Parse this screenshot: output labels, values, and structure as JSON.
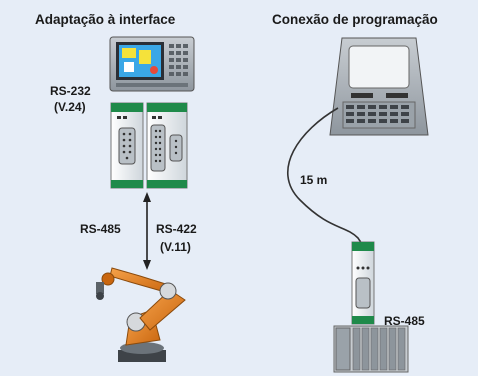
{
  "left": {
    "heading": "Adaptação à interface",
    "rs232_line1": "RS-232",
    "rs232_line2": "(V.24)",
    "rs485": "RS-485",
    "rs422_line1": "RS-422",
    "rs422_line2": "(V.11)"
  },
  "right": {
    "heading": "Conexão de programação",
    "cable_length": "15 m",
    "rs485": "RS-485"
  },
  "colors": {
    "background": "#e6edf7",
    "module_green": "#1f8a4a",
    "robot_orange": "#e07d1c"
  },
  "icons": [
    "industrial-terminal-icon",
    "interface-module-icon",
    "programming-console-icon",
    "robot-arm-icon",
    "plc-icon"
  ]
}
